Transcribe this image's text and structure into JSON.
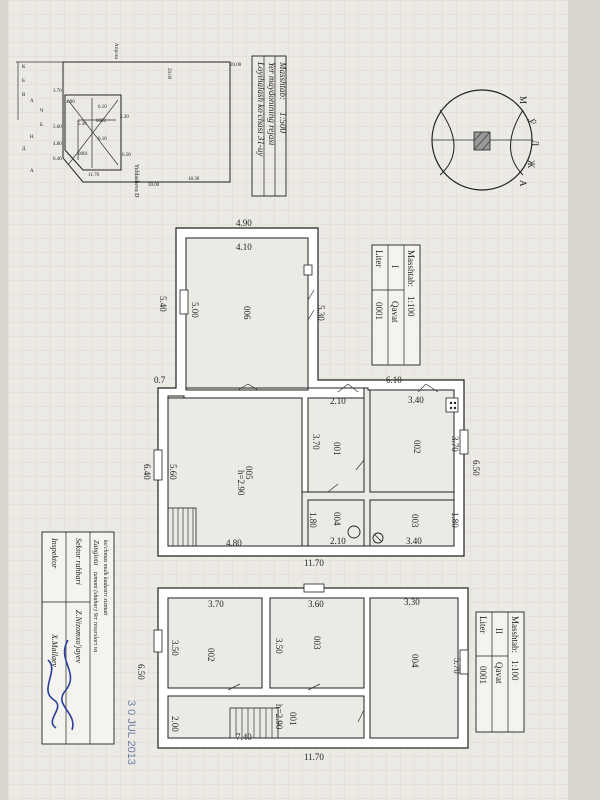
{
  "site_plan": {
    "neighbor_top": "Aripova",
    "neighbor_bottom": "Yuldasheva D",
    "dims": [
      "20.00",
      "30.00",
      "18.30",
      "11.70",
      "4.90",
      "6.10",
      "5.30",
      "6.10",
      "0002",
      "6.50",
      "5.30",
      "0001",
      "6.40",
      "4.80",
      "5.60",
      "3.70",
      "20.00"
    ],
    "side_letters": [
      "К",
      "Б",
      "В",
      "А",
      "Ч",
      "Б",
      "Н",
      "Д",
      "А"
    ]
  },
  "title_block": {
    "line1": "Loyihalash ko'chasi 31-uy",
    "line2": "Yer maydonining rejasi",
    "scale_label": "Masshtab:",
    "scale_value": "1:500"
  },
  "compass": {
    "letters": [
      "М",
      "Ў",
      "Л",
      "Ж",
      "А"
    ]
  },
  "legend_floor1": {
    "liter_label": "Liter",
    "liter_value": "0001",
    "floor_value": "I",
    "floor_label": "Qavat",
    "scale_label": "Masshtab:",
    "scale_value": "1:100"
  },
  "legend_floor2": {
    "liter_label": "Liter",
    "liter_value": "0001",
    "floor_value": "II",
    "floor_label": "Qavat",
    "scale_label": "Masshtab:",
    "scale_value": "1:100"
  },
  "floor1": {
    "dims": [
      "4.90",
      "4.10",
      "5.30",
      "5.40",
      "5.00",
      "0.7",
      "6.10",
      "3.40",
      "2.10",
      "3.70",
      "6.50",
      "3.70",
      "5.60",
      "6.40",
      "1.80",
      "1.80",
      "2.10",
      "3.40",
      "4.80",
      "11.70",
      "h=2.90"
    ],
    "rooms": [
      "006",
      "005",
      "001",
      "002",
      "003",
      "004"
    ]
  },
  "floor2": {
    "dims": [
      "3.70",
      "3.60",
      "3.30",
      "5.70",
      "3.50",
      "3.50",
      "6.50",
      "2.00",
      "7.40",
      "11.70",
      "h=2.90"
    ],
    "rooms": [
      "002",
      "003",
      "004",
      "001"
    ]
  },
  "approval": {
    "header": "Zangiota",
    "sub1": "tumani (shahar) Yer resurslari va",
    "sub2": "ko'chmas mulk kadastri xizmati",
    "role1": "Sektor rahbari",
    "name1": "Z.Nizomxo'jayev",
    "role2": "Inspektor",
    "name2": "X.Mallaev",
    "date_stamp": "3 0 JUL 2013"
  }
}
